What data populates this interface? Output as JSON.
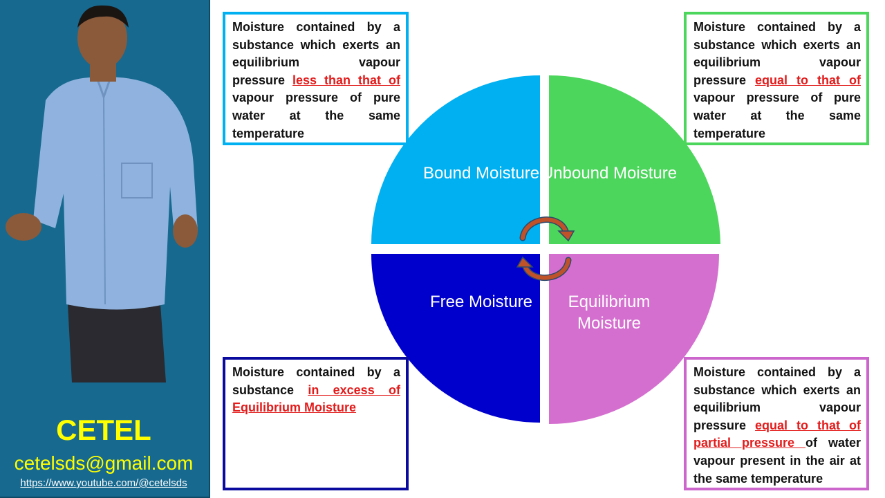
{
  "sidebar": {
    "brand": "CETEL",
    "email": "cetelsds@gmail.com",
    "youtube": "https://www.youtube.com/@cetelsds"
  },
  "colors": {
    "bound": "#00b0f0",
    "unbound": "#4cd65c",
    "free": "#0000cc",
    "equilibrium": "#d46fcf",
    "arrow": "#c0522a",
    "highlight": "#e31b1b"
  },
  "quadrants": {
    "bound": "Bound Moisture",
    "unbound": "Unbound Moisture",
    "free": "Free Moisture",
    "equilibrium": "Equilibrium Moisture"
  },
  "boxes": {
    "bound": {
      "pre": "Moisture contained by a substance which exerts an equilibrium vapour pressure ",
      "hl": "less than that of",
      "post": " vapour pressure of pure water at the same temperature"
    },
    "unbound": {
      "pre": "Moisture contained by a substance which exerts an equilibrium vapour pressure ",
      "hl": "equal to that of",
      "post": " vapour pressure of pure water at the same temperature"
    },
    "free": {
      "pre": "Moisture contained by a substance ",
      "hl": "in excess of Equilibrium Moisture",
      "post": ""
    },
    "equilibrium": {
      "pre": "Moisture contained by a substance which exerts an equilibrium vapour pressure ",
      "hl": "equal to that of partial pressure ",
      "post": "of water vapour present in the air at the same temperature"
    }
  }
}
